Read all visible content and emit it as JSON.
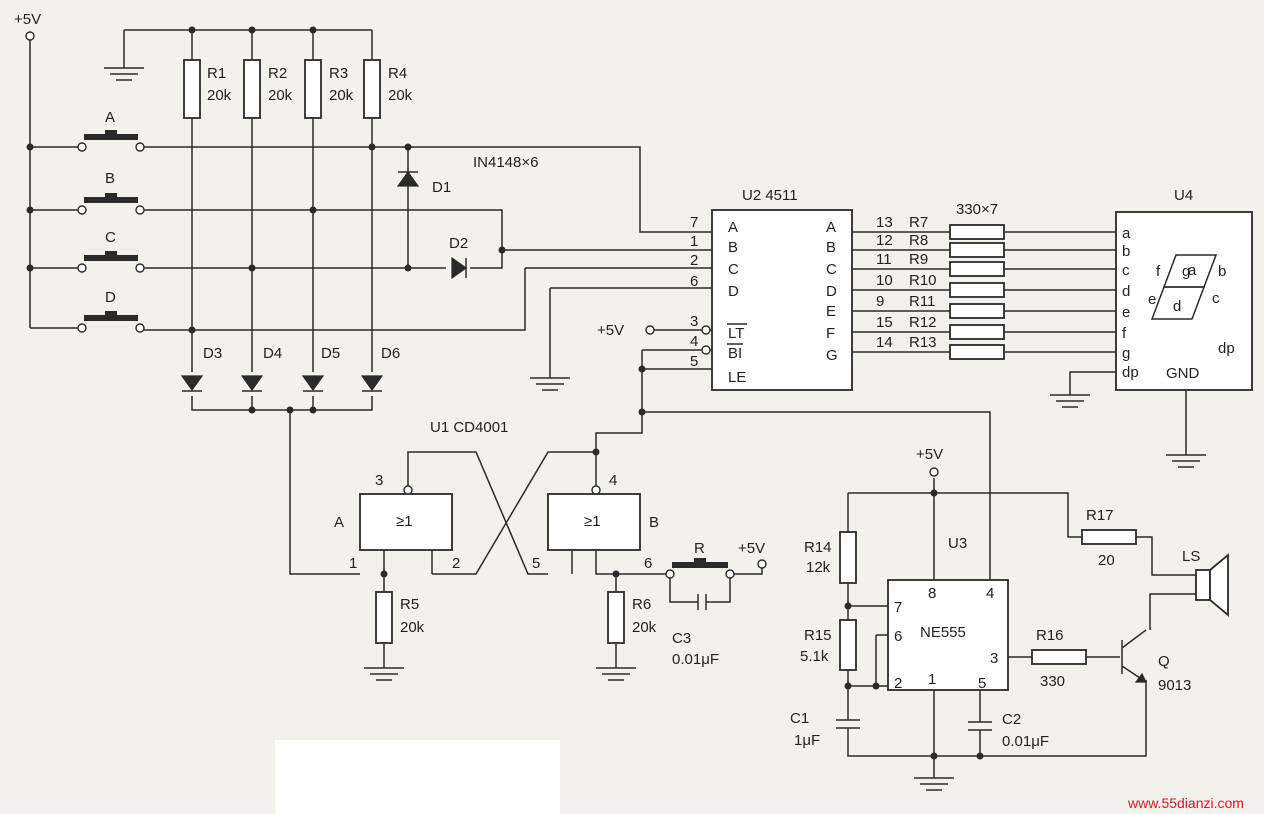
{
  "power": {
    "vcc_label": "+5V"
  },
  "buttons": [
    {
      "label": "A"
    },
    {
      "label": "B"
    },
    {
      "label": "C"
    },
    {
      "label": "D"
    }
  ],
  "pullups": [
    {
      "ref": "R1",
      "value": "20k"
    },
    {
      "ref": "R2",
      "value": "20k"
    },
    {
      "ref": "R3",
      "value": "20k"
    },
    {
      "ref": "R4",
      "value": "20k"
    }
  ],
  "diodes": {
    "type_label": "IN4148×6",
    "refs": [
      "D1",
      "D2",
      "D3",
      "D4",
      "D5",
      "D6"
    ]
  },
  "u2": {
    "title": "U2  4511",
    "left_pins": [
      {
        "num": "7",
        "name": "A"
      },
      {
        "num": "1",
        "name": "B"
      },
      {
        "num": "2",
        "name": "C"
      },
      {
        "num": "6",
        "name": "D"
      },
      {
        "num": "3",
        "name": "LT"
      },
      {
        "num": "4",
        "name": "BI"
      },
      {
        "num": "5",
        "name": "LE"
      }
    ],
    "right_pins": [
      {
        "num": "13",
        "name": "A"
      },
      {
        "num": "12",
        "name": "B"
      },
      {
        "num": "11",
        "name": "C"
      },
      {
        "num": "10",
        "name": "D"
      },
      {
        "num": "9",
        "name": "E"
      },
      {
        "num": "15",
        "name": "F"
      },
      {
        "num": "14",
        "name": "G"
      }
    ]
  },
  "seg_resistors": {
    "value_label": "330×7",
    "refs": [
      "R7",
      "R8",
      "R9",
      "R10",
      "R11",
      "R12",
      "R13"
    ]
  },
  "u4": {
    "title": "U4",
    "pins": [
      "a",
      "b",
      "c",
      "d",
      "e",
      "f",
      "g",
      "dp"
    ],
    "segments": [
      "a",
      "b",
      "c",
      "d",
      "e",
      "f",
      "g"
    ],
    "dp_label": "dp",
    "gnd_label": "GND"
  },
  "u1": {
    "title": "U1  CD4001",
    "gate_a": {
      "name": "A",
      "symbol": "≥1",
      "pins": [
        "3",
        "1",
        "2"
      ]
    },
    "gate_b": {
      "name": "B",
      "symbol": "≥1",
      "pins": [
        "4",
        "5",
        "6"
      ]
    }
  },
  "r5": {
    "ref": "R5",
    "value": "20k"
  },
  "r6": {
    "ref": "R6",
    "value": "20k"
  },
  "reset": {
    "ref": "R"
  },
  "c3": {
    "ref": "C3",
    "value": "0.01μF"
  },
  "u3": {
    "title": "U3",
    "chip": "NE555",
    "pins": [
      "8",
      "4",
      "7",
      "6",
      "3",
      "2",
      "1",
      "5"
    ]
  },
  "r14": {
    "ref": "R14",
    "value": "12k"
  },
  "r15": {
    "ref": "R15",
    "value": "5.1k"
  },
  "r16": {
    "ref": "R16",
    "value": "330"
  },
  "r17": {
    "ref": "R17",
    "value": "20"
  },
  "c1": {
    "ref": "C1",
    "value": "1μF"
  },
  "c2": {
    "ref": "C2",
    "value": "0.01μF"
  },
  "speaker": {
    "ref": "LS"
  },
  "transistor": {
    "ref": "Q",
    "part": "9013"
  },
  "watermark": "www.55dianzi.com"
}
